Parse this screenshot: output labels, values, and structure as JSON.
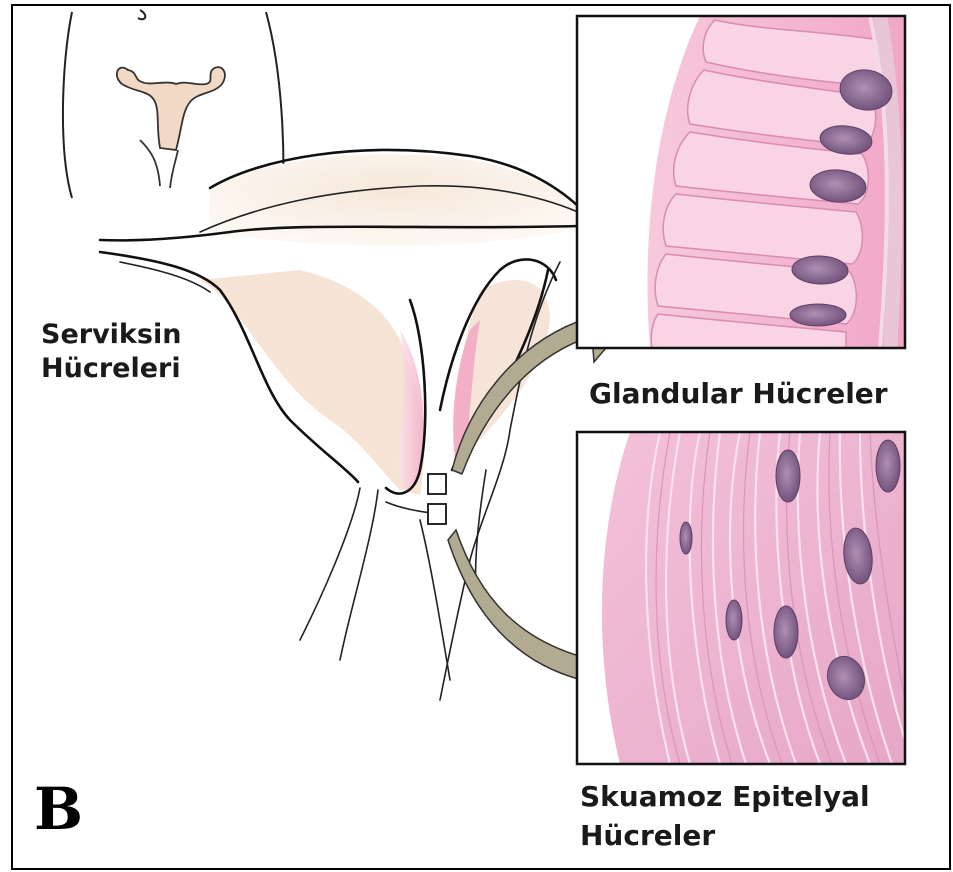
{
  "figure": {
    "panel_letter": "B",
    "labels": {
      "cervix_cells_line1": "Serviksin",
      "cervix_cells_line2": "Hücreleri",
      "glandular_cells": "Glandular Hücreler",
      "squamous_cells_line1": "Skuamoz Epitelyal",
      "squamous_cells_line2": "Hücreler"
    }
  },
  "colors": {
    "arrow_fill": "#b3aa92",
    "tissue_pink": "#f2b9d2",
    "nucleus": "#8a6b8e",
    "line": "#111111"
  }
}
